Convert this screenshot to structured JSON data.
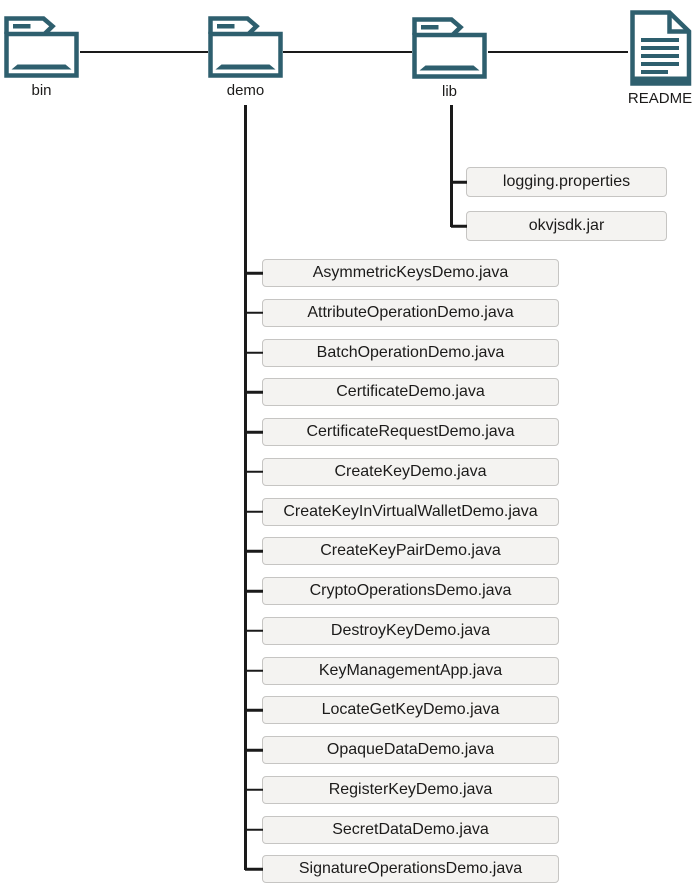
{
  "diagram": {
    "type": "directory-tree",
    "top_nodes": [
      {
        "id": "bin",
        "label": "bin",
        "icon": "folder-icon"
      },
      {
        "id": "demo",
        "label": "demo",
        "icon": "folder-icon"
      },
      {
        "id": "lib",
        "label": "lib",
        "icon": "folder-icon"
      },
      {
        "id": "readme",
        "label": "README",
        "icon": "document-icon"
      }
    ],
    "lib_children": [
      "logging.properties",
      "okvjsdk.jar"
    ],
    "demo_children": [
      "AsymmetricKeysDemo.java",
      "AttributeOperationDemo.java",
      "BatchOperationDemo.java",
      "CertificateDemo.java",
      "CertificateRequestDemo.java",
      "CreateKeyDemo.java",
      "CreateKeyInVirtualWalletDemo.java",
      "CreateKeyPairDemo.java",
      "CryptoOperationsDemo.java",
      "DestroyKeyDemo.java",
      "KeyManagementApp.java",
      "LocateGetKeyDemo.java",
      "OpaqueDataDemo.java",
      "RegisterKeyDemo.java",
      "SecretDataDemo.java",
      "SignatureOperationsDemo.java"
    ]
  },
  "colors": {
    "icon_stroke": "#2e5f6e",
    "tree_line": "#1a1a1a",
    "box_background": "#f4f3f1",
    "box_border": "#c6c5c3",
    "text": "#1c1b1a"
  }
}
